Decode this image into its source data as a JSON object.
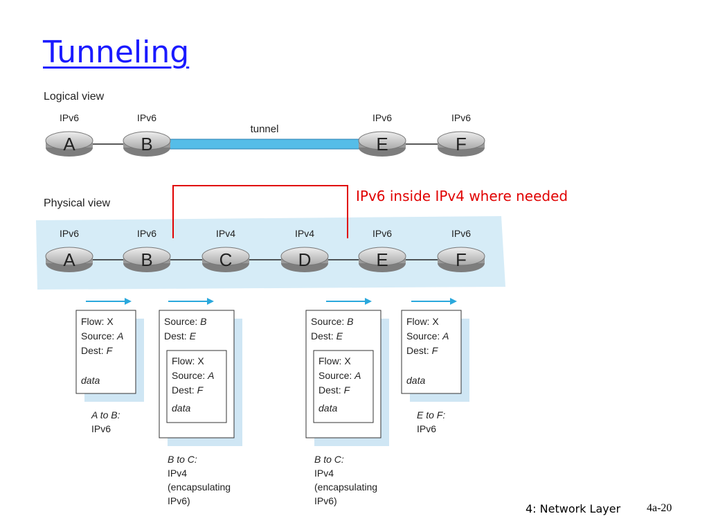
{
  "title": "Tunneling",
  "logical": {
    "heading": "Logical view",
    "tunnel_label": "tunnel",
    "nodes": [
      {
        "name": "A",
        "proto": "IPv6"
      },
      {
        "name": "B",
        "proto": "IPv6"
      },
      {
        "name": "E",
        "proto": "IPv6"
      },
      {
        "name": "F",
        "proto": "IPv6"
      }
    ]
  },
  "physical": {
    "heading": "Physical view",
    "nodes": [
      {
        "name": "A",
        "proto": "IPv6"
      },
      {
        "name": "B",
        "proto": "IPv6"
      },
      {
        "name": "C",
        "proto": "IPv4"
      },
      {
        "name": "D",
        "proto": "IPv4"
      },
      {
        "name": "E",
        "proto": "IPv6"
      },
      {
        "name": "F",
        "proto": "IPv6"
      }
    ]
  },
  "callout": "IPv6 inside IPv4 where needed",
  "packets": [
    {
      "fields": [
        [
          "Flow: ",
          "X"
        ],
        [
          "Source: ",
          "A"
        ],
        [
          "Dest: ",
          "F"
        ]
      ],
      "data": "data",
      "caption": [
        "A to B:",
        "IPv6"
      ]
    },
    {
      "outer": [
        [
          "Source: ",
          "B"
        ],
        [
          "Dest: ",
          "E"
        ]
      ],
      "fields": [
        [
          "Flow: ",
          "X"
        ],
        [
          "Source: ",
          "A"
        ],
        [
          "Dest: ",
          "F"
        ]
      ],
      "data": "data",
      "caption": [
        "B to C:",
        "IPv4",
        "(encapsulating",
        "IPv6)"
      ]
    },
    {
      "outer": [
        [
          "Source: ",
          "B"
        ],
        [
          "Dest: ",
          "E"
        ]
      ],
      "fields": [
        [
          "Flow: ",
          "X"
        ],
        [
          "Source: ",
          "A"
        ],
        [
          "Dest: ",
          "F"
        ]
      ],
      "data": "data",
      "caption": [
        "B to C:",
        "IPv4",
        "(encapsulating",
        "IPv6)"
      ]
    },
    {
      "fields": [
        [
          "Flow: ",
          "X"
        ],
        [
          "Source: ",
          "A"
        ],
        [
          "Dest: ",
          "F"
        ]
      ],
      "data": "data",
      "caption": [
        "E to F:",
        "IPv6"
      ]
    }
  ],
  "footer": {
    "left": "4: Network Layer",
    "right": "4a-20"
  },
  "colors": {
    "title": "#1a1aff",
    "callout": "#e00000",
    "tunnel": "#55bde8",
    "arrow": "#2aa8dc",
    "physical_bg": "#d6ecf7",
    "shadow": "#cfe6f4",
    "router": "#c8c8c8"
  }
}
